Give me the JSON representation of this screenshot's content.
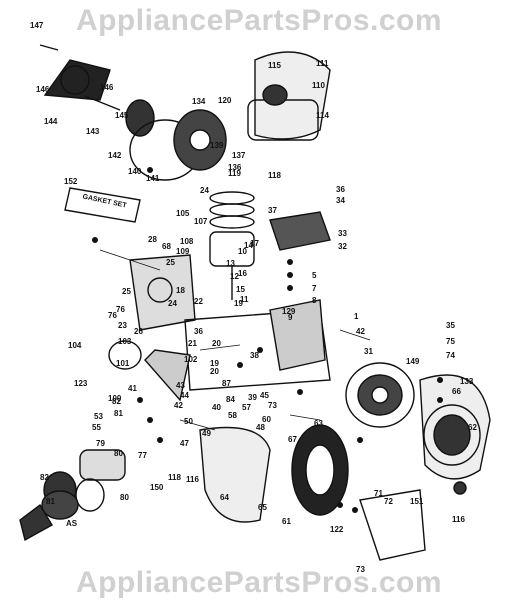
{
  "watermark": "AppliancePartsPros.com",
  "gasket_set_label": "GASKET SET",
  "labels": [
    "147",
    "146",
    "146",
    "144",
    "143",
    "145",
    "142",
    "134",
    "139",
    "137",
    "140",
    "141",
    "24",
    "136",
    "119",
    "118",
    "111",
    "115",
    "110",
    "114",
    "120",
    "36",
    "34",
    "37",
    "33",
    "32",
    "152",
    "105",
    "107",
    "108",
    "109",
    "28",
    "18",
    "68",
    "17",
    "25",
    "76",
    "19",
    "14",
    "13",
    "12",
    "10",
    "11",
    "129",
    "5",
    "7",
    "8",
    "9",
    "1",
    "42",
    "25",
    "76",
    "23",
    "26",
    "24",
    "22",
    "21",
    "20",
    "16",
    "15",
    "104",
    "103",
    "101",
    "102",
    "19",
    "20",
    "38",
    "31",
    "149",
    "35",
    "75",
    "74",
    "66",
    "133",
    "123",
    "100",
    "41",
    "82",
    "81",
    "53",
    "55",
    "80",
    "77",
    "79",
    "150",
    "116",
    "118",
    "36",
    "43",
    "44",
    "42",
    "50",
    "49",
    "47",
    "87",
    "84",
    "58",
    "40",
    "39",
    "57",
    "48",
    "45",
    "60",
    "73",
    "63",
    "67",
    "62",
    "64",
    "65",
    "61",
    "71",
    "72",
    "122",
    "151",
    "116",
    "73",
    "82",
    "81",
    "80",
    "AS"
  ]
}
